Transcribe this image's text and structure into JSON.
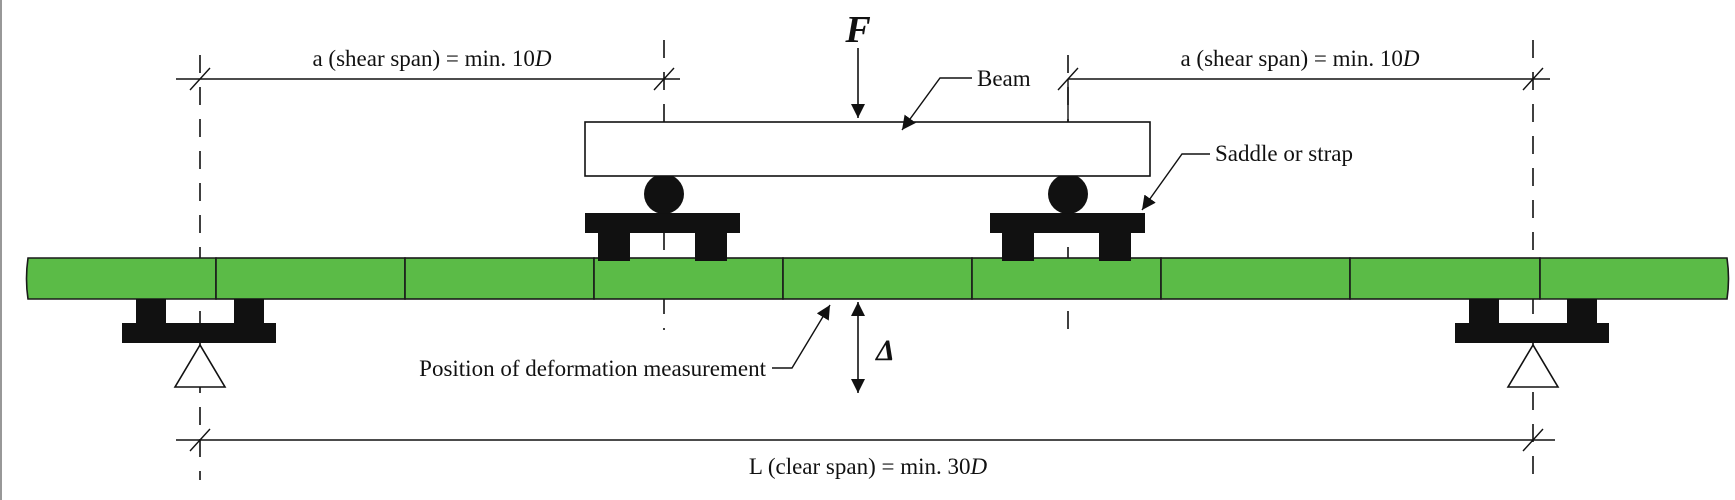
{
  "diagram": {
    "force_symbol": "F",
    "deformation_symbol": "Δ",
    "shear_span_left": {
      "text": "a (shear span) = min. 10",
      "italic": "D"
    },
    "shear_span_right": {
      "text": "a (shear span) = min. 10",
      "italic": "D"
    },
    "clear_span": {
      "text": "L (clear span) = min. 30",
      "italic": "D"
    },
    "beam_label": "Beam",
    "saddle_label": "Saddle or strap",
    "deformation_label": "Position of deformation measurement"
  },
  "colors": {
    "pipe_fill": "#5bbb47",
    "pipe_outline": "#1a1a1a",
    "ink": "#111111",
    "beam_fill": "#ffffff"
  }
}
